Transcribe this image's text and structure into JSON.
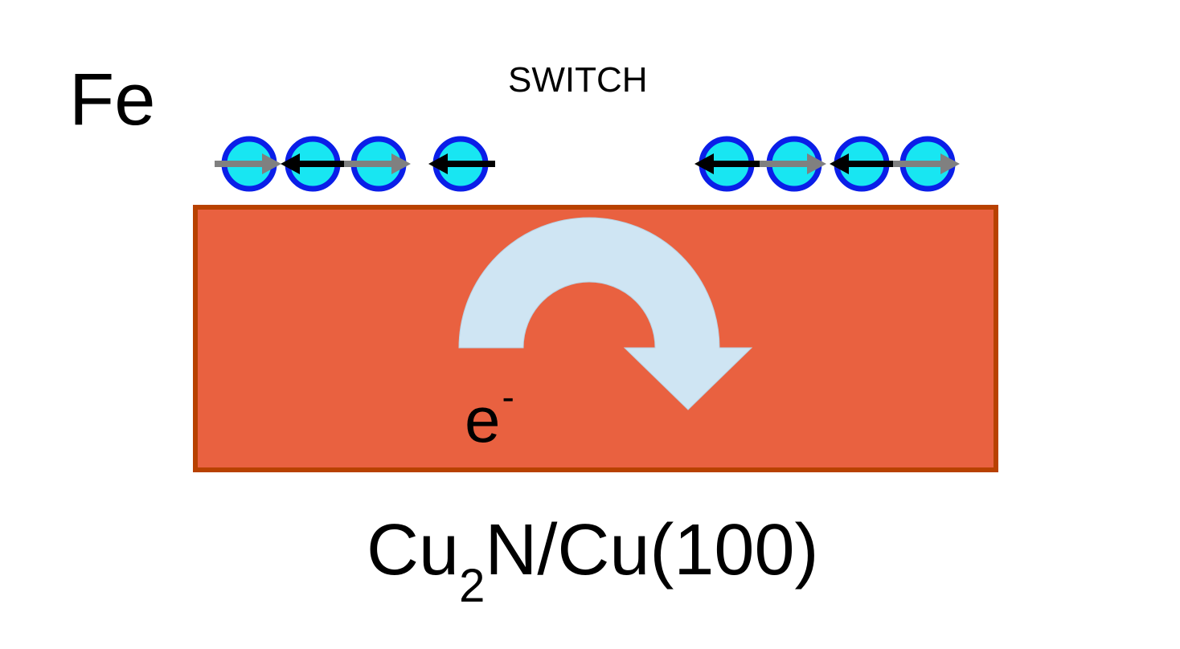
{
  "labels": {
    "element": "Fe",
    "action": "SWITCH",
    "carrier": "e",
    "carrier_charge": "-",
    "substrate_main": "Cu",
    "substrate_subscript": "2",
    "substrate_rest": "N/Cu(100)"
  },
  "spin_chains": [
    {
      "name": "before-switch",
      "spins": [
        "right",
        "left",
        "right",
        "left"
      ]
    },
    {
      "name": "after-switch",
      "spins": [
        "left",
        "right",
        "left",
        "right"
      ]
    }
  ],
  "colors": {
    "atom_fill": "#18e6f2",
    "atom_stroke": "#0a1ee8",
    "arrow_right": "#808080",
    "arrow_left": "#000000",
    "substrate_fill": "#e96140",
    "substrate_stroke": "#b84100",
    "flow_arrow": "#cfe5f3"
  },
  "icons": {
    "atom": "fe-atom-icon",
    "spin": "spin-arrow-icon",
    "flow": "curved-arrow-icon"
  }
}
